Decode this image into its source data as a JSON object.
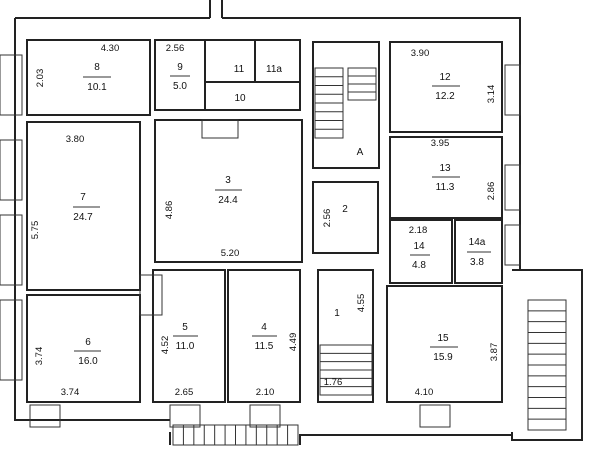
{
  "rooms": {
    "r1": {
      "number": "1"
    },
    "r2": {
      "number": "2"
    },
    "r3": {
      "number": "3",
      "area": "24.4"
    },
    "r4": {
      "number": "4",
      "area": "11.5"
    },
    "r5": {
      "number": "5",
      "area": "11.0"
    },
    "r6": {
      "number": "6",
      "area": "16.0"
    },
    "r7": {
      "number": "7",
      "area": "24.7"
    },
    "r8": {
      "number": "8",
      "area": "10.1"
    },
    "r9": {
      "number": "9",
      "area": "5.0"
    },
    "r10": {
      "number": "10"
    },
    "r11": {
      "number": "11"
    },
    "r11a": {
      "number": "11a"
    },
    "r12": {
      "number": "12",
      "area": "12.2"
    },
    "r13": {
      "number": "13",
      "area": "11.3"
    },
    "r14": {
      "number": "14",
      "area": "4.8"
    },
    "r14a": {
      "number": "14a",
      "area": "3.8"
    },
    "r15": {
      "number": "15",
      "area": "15.9"
    },
    "stairA": {
      "label": "A"
    }
  },
  "dimensions": {
    "d8w": "4.30",
    "d8h": "2.03",
    "d9w": "2.56",
    "d7w": "3.80",
    "d7h": "5.75",
    "d3h": "4.86",
    "d3w": "5.20",
    "d2h": "2.56",
    "d12w": "3.90",
    "d12h": "3.14",
    "d13w": "3.95",
    "d13h": "2.86",
    "d14w": "2.18",
    "d1h": "4.55",
    "d1w": "1.76",
    "d6h": "3.74",
    "d6w": "3.74",
    "d5h": "4.52",
    "d5w": "2.65",
    "d4h": "4.49",
    "d4w": "2.10",
    "d15h": "3.87",
    "d15w": "4.10"
  }
}
